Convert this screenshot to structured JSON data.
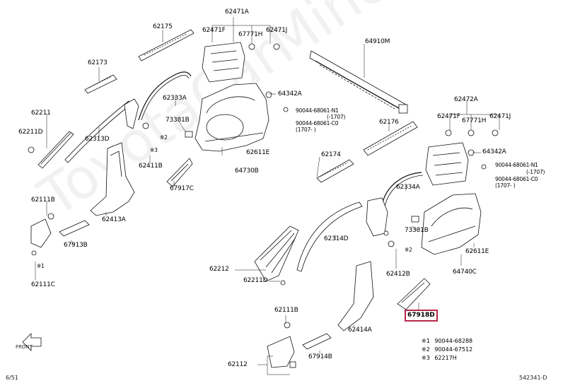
{
  "watermark": "ToyotaCarMine.ru",
  "highlight_part": "67918D",
  "labels": {
    "p62471A": "62471A",
    "p62471F_l": "62471F",
    "p67771H_l": "67771H",
    "p62471J_l": "62471J",
    "p62175": "62175",
    "p64910M": "64910M",
    "p62173": "62173",
    "p62333A": "62333A",
    "p64342A_l": "64342A",
    "p90044_68061_l": "90044-68061-N1",
    "p1707_l": "(-1707)",
    "p90044_68061_c0_l": "90044-68061-C0",
    "p1707b_l": "(1707-      )",
    "p62211": "62211",
    "p62211D": "62211D",
    "p62313D": "62313D",
    "p73381B_l": "73381B",
    "p62176": "62176",
    "p62472A": "62472A",
    "p62471F_r": "62471F",
    "p67771H_r": "67771H",
    "p62471J_r": "62471J",
    "p62611E_l": "62611E",
    "p64730B": "64730B",
    "p62411B": "62411B",
    "p67917C": "67917C",
    "p62174": "62174",
    "p64342A_r": "64342A",
    "p90044_68061_r": "90044-68061-N1",
    "p1707_r": "(-1707)",
    "p90044_68061_c0_r": "90044-68061-C0",
    "p1707b_r": "(1707-      )",
    "p62334A": "62334A",
    "p62111B_l": "62111B",
    "p62413A": "62413A",
    "p67913B": "67913B",
    "p73381B_r": "73381B",
    "p62314D": "62314D",
    "p62611E_r": "62611E",
    "p62212": "62212",
    "p62111C": "62111C",
    "p62211D_b": "62211D",
    "p62412B": "62412B",
    "p64740C": "64740C",
    "p62111B_b": "62111B",
    "p62414A": "62414A",
    "p62112": "62112",
    "p67914B": "67914B",
    "mark2_a": "※2",
    "mark2_b": "※2",
    "mark3_a": "※3",
    "mark1_a": "※1"
  },
  "legend": [
    {
      "mark": "※1",
      "part": "90044-68288"
    },
    {
      "mark": "※2",
      "part": "90044-67512"
    },
    {
      "mark": "※3",
      "part": "62217H"
    }
  ],
  "front_label": "FRONT",
  "footer_left": "6/51",
  "footer_right": "542341-D"
}
